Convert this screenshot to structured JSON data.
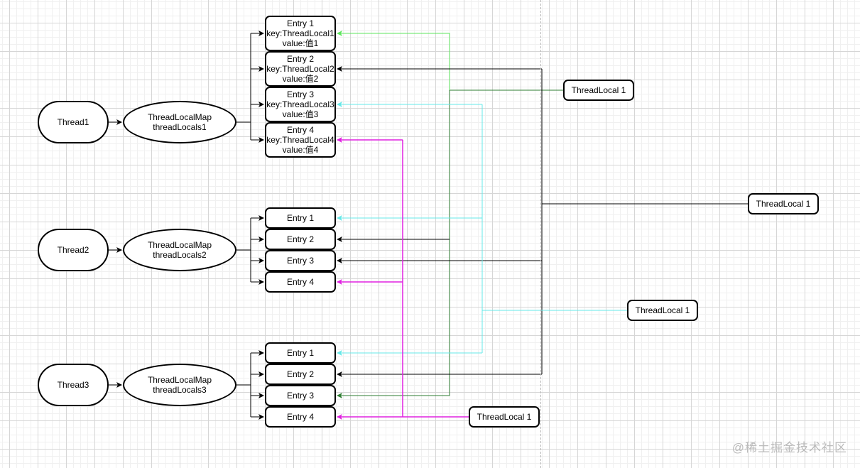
{
  "diagram": {
    "threads": [
      {
        "id": "thread1",
        "label": "Thread1",
        "map_label": "ThreadLocalMap\nthreadLocals1",
        "entries": [
          {
            "label": "Entry 1\nkey:ThreadLocal1\nvalue:值1"
          },
          {
            "label": "Entry 2\nkey:ThreadLocal2\nvalue:值2"
          },
          {
            "label": "Entry 3\nkey:ThreadLocal3\nvalue:值3"
          },
          {
            "label": "Entry 4\nkey:ThreadLocal4\nvalue:值4"
          }
        ]
      },
      {
        "id": "thread2",
        "label": "Thread2",
        "map_label": "ThreadLocalMap\nthreadLocals2",
        "entries": [
          {
            "label": "Entry 1"
          },
          {
            "label": "Entry 2"
          },
          {
            "label": "Entry 3"
          },
          {
            "label": "Entry 4"
          }
        ]
      },
      {
        "id": "thread3",
        "label": "Thread3",
        "map_label": "ThreadLocalMap\nthreadLocals3",
        "entries": [
          {
            "label": "Entry 1"
          },
          {
            "label": "Entry 2"
          },
          {
            "label": "Entry 3"
          },
          {
            "label": "Entry 4"
          }
        ]
      }
    ],
    "thread_locals": [
      {
        "id": "tl-green",
        "label": "ThreadLocal 1",
        "color": "#2e7d32"
      },
      {
        "id": "tl-black",
        "label": "ThreadLocal 1",
        "color": "#000000"
      },
      {
        "id": "tl-cyan",
        "label": "ThreadLocal 1",
        "color": "#66e8e8"
      },
      {
        "id": "tl-magenta",
        "label": "ThreadLocal 1",
        "color": "#e020e0"
      }
    ],
    "colors": {
      "green_light": "#5ce65c",
      "green_dark": "#2e7d32",
      "cyan": "#66e8e8",
      "magenta": "#e020e0",
      "black": "#000000"
    },
    "connections": [
      {
        "from": "tl-green",
        "to": [
          "thread1.entry1",
          "thread2.entry2",
          "thread3.entry3"
        ]
      },
      {
        "from": "tl-black",
        "to": [
          "thread1.entry2",
          "thread2.entry3",
          "thread3.entry2"
        ]
      },
      {
        "from": "tl-cyan",
        "to": [
          "thread1.entry3",
          "thread2.entry1",
          "thread3.entry1"
        ]
      },
      {
        "from": "tl-magenta",
        "to": [
          "thread1.entry4",
          "thread2.entry4",
          "thread3.entry4"
        ]
      }
    ]
  },
  "watermark": "@稀土掘金技术社区"
}
